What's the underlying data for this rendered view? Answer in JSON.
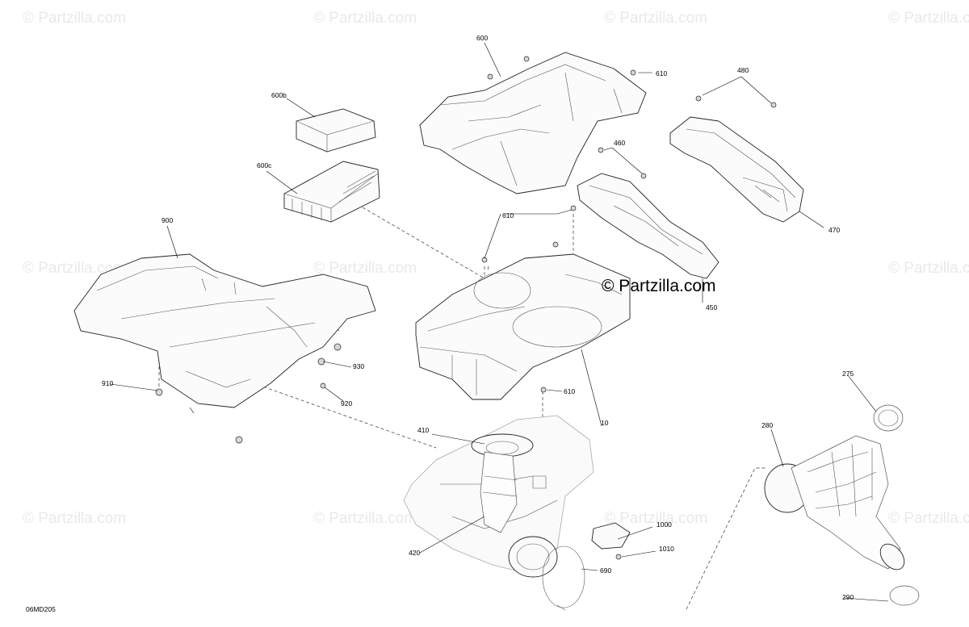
{
  "watermark": {
    "text": "Partzilla.com",
    "symbol": "©",
    "main_text": "© Partzilla.com"
  },
  "diagram_code": "06MD205",
  "callouts": {
    "c600": "600",
    "c600b": "600b",
    "c600c": "600c",
    "c610_top": "610",
    "c480": "480",
    "c460": "460",
    "c470": "470",
    "c450": "450",
    "c610_mid": "610",
    "c900": "900",
    "c930": "930",
    "c910": "910",
    "c920": "920",
    "c610_low": "610",
    "c10": "10",
    "c410": "410",
    "c420": "420",
    "c1000": "1000",
    "c1010": "1010",
    "c690": "690",
    "c275": "275",
    "c280": "280",
    "c290": "290"
  }
}
